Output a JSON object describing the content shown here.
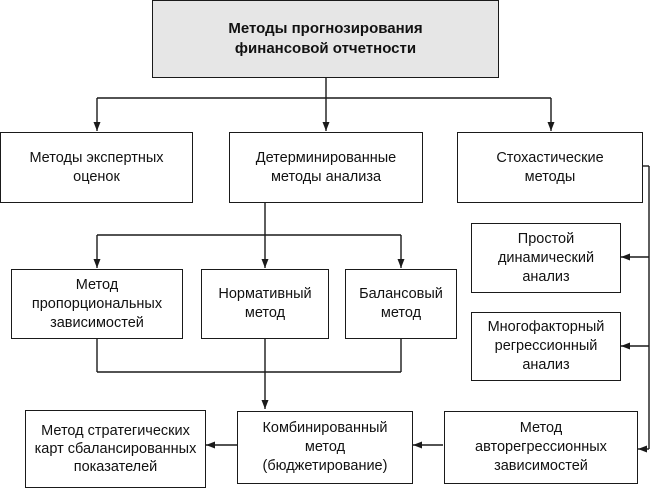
{
  "title": "Методы прогнозирования финансовой отчетности",
  "methods": {
    "expert": "Методы экспертных оценок",
    "deterministic": "Детерминированные методы анализа",
    "stochastic": "Стохастические методы"
  },
  "deterministic_children": {
    "proportional": "Метод пропорциональных зависимостей",
    "normative": "Нормативный метод",
    "balance": "Балансовый метод"
  },
  "stochastic_children": {
    "simple_dynamic": "Простой динамический анализ",
    "multifactor": "Многофакторный регрессионный анализ",
    "autoregressive": "Метод авторегрессионных зависимостей"
  },
  "combined": "Комбинированный метод (бюджетирование)",
  "strategic": "Метод стратегических карт сбалансированных показателей"
}
